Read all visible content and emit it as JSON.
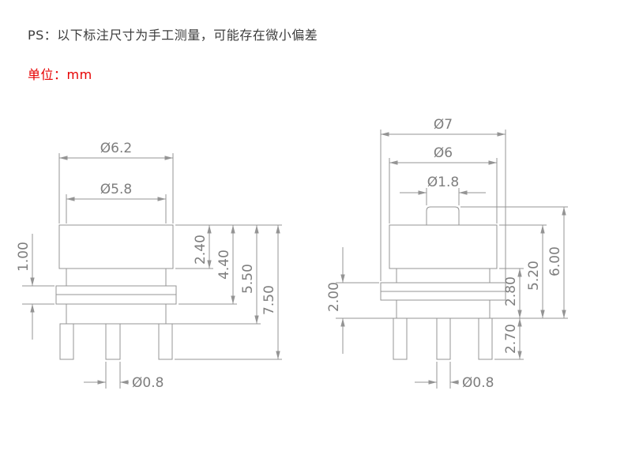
{
  "header": {
    "note": "PS：以下标注尺寸为手工测量，可能存在微小偏差",
    "unit": "单位：mm"
  },
  "colors": {
    "note_text": "#3c3c3c",
    "unit_text": "#e60000",
    "line": "#949494",
    "label": "#7e7e7e"
  },
  "left_view": {
    "top_dia_outer": "Ø6.2",
    "top_dia_inner": "Ø5.8",
    "flange_thickness": "1.00",
    "body_height": "2.40",
    "to_flange_bottom": "4.40",
    "to_base_bottom": "5.50",
    "total_height": "7.50",
    "pin_dia": "Ø0.8"
  },
  "right_view": {
    "flange_dia": "Ø7",
    "body_dia": "Ø6",
    "plunger_dia": "Ø1.8",
    "flange_to_base": "2.00",
    "body_to_base": "2.80",
    "top_to_base": "5.20",
    "total_height": "6.00",
    "pin_length": "2.70",
    "pin_dia": "Ø0.8"
  }
}
